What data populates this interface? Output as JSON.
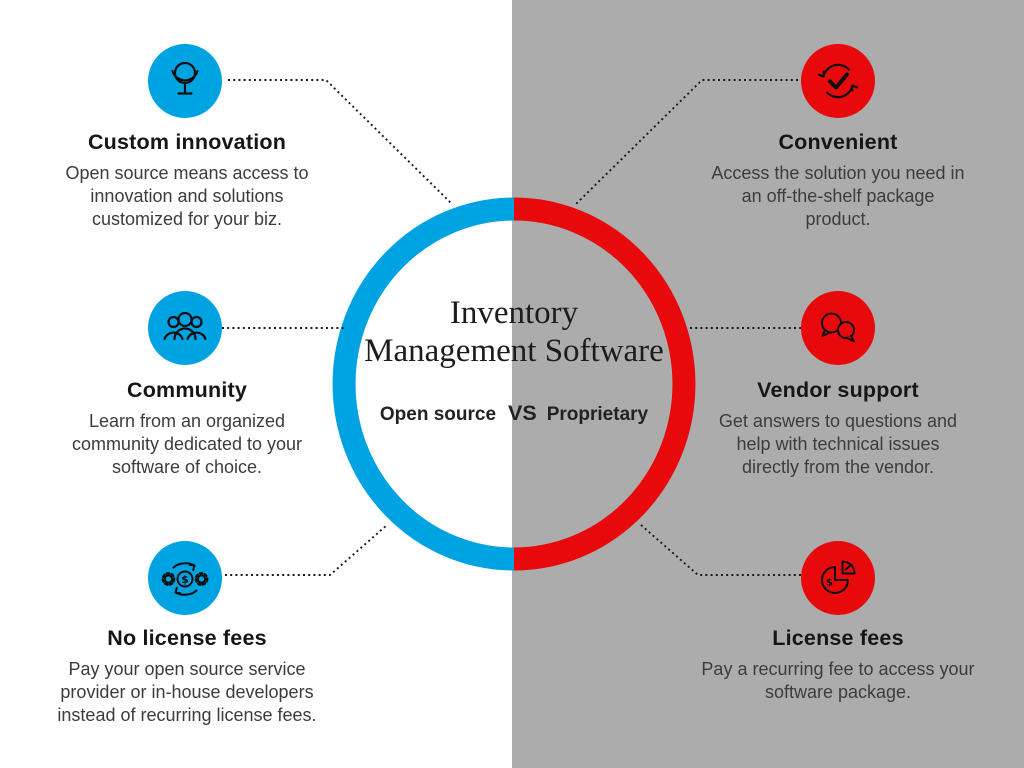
{
  "title": {
    "line1": "Inventory",
    "line2": "Management Software"
  },
  "versus": {
    "left": "Open source",
    "vs": "VS",
    "right": "Proprietary"
  },
  "colors": {
    "open_source_blue": "#00a3e2",
    "proprietary_red": "#e8090d",
    "right_panel_gray": "#acacac",
    "icon_line_black": "#0f0f0f",
    "heading_text": "#161616",
    "body_text": "#3c3c3c"
  },
  "open_source": {
    "items": [
      {
        "icon": "mirror-icon",
        "heading": "Custom innovation",
        "lines": [
          "Open source means access to",
          "innovation and solutions",
          "customized for your biz."
        ]
      },
      {
        "icon": "people-group-icon",
        "heading": "Community",
        "lines": [
          "Learn from an organized",
          "community dedicated to your",
          "software of choice."
        ]
      },
      {
        "icon": "gears-dollar-sync-icon",
        "heading": "No license fees",
        "lines": [
          "Pay your open source service",
          "provider or in-house developers",
          "instead of recurring license fees."
        ]
      }
    ]
  },
  "proprietary": {
    "items": [
      {
        "icon": "checkmark-sync-icon",
        "heading": "Convenient",
        "lines": [
          "Access the solution you need in",
          "an off-the-shelf package",
          "product."
        ]
      },
      {
        "icon": "chat-bubbles-icon",
        "heading": "Vendor support",
        "lines": [
          "Get answers to questions and",
          "help with technical issues",
          "directly from the vendor."
        ]
      },
      {
        "icon": "pie-chart-dollar-icon",
        "heading": "License fees",
        "lines": [
          "Pay a recurring fee to access your",
          "software package."
        ]
      }
    ]
  }
}
